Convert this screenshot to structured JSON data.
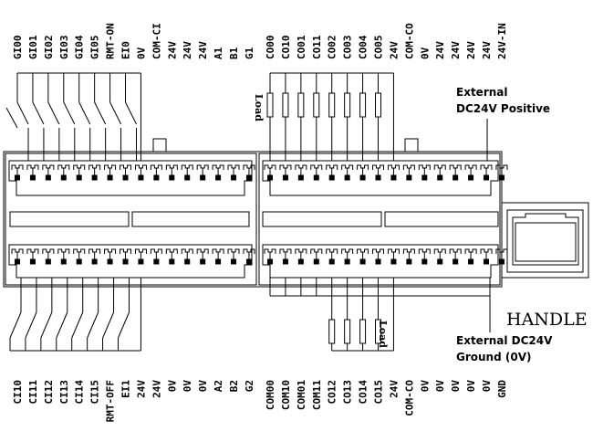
{
  "top_left_labels": [
    "GI00",
    "GI01",
    "GI02",
    "GI03",
    "GI04",
    "GI05",
    "RMT-ON",
    "EI0",
    "0V",
    "COM-CI",
    "24V",
    "24V",
    "24V",
    "A1",
    "B1",
    "G1"
  ],
  "top_right_labels": [
    "CO00",
    "CO10",
    "CO01",
    "CO11",
    "CO02",
    "CO03",
    "CO04",
    "CO05",
    "24V",
    "COM-CO",
    "0V",
    "24V",
    "24V",
    "24V",
    "24V",
    "24V-IN"
  ],
  "bottom_left_labels": [
    "CI10",
    "CI11",
    "CI12",
    "CI13",
    "CI14",
    "CI15",
    "RMT-OFF",
    "EI1",
    "24V",
    "24V",
    "0V",
    "0V",
    "0V",
    "A2",
    "B2",
    "G2"
  ],
  "bottom_right_labels": [
    "COM00",
    "COM10",
    "COM01",
    "COM11",
    "CO12",
    "CO13",
    "CO14",
    "CO15",
    "24V",
    "COM-CO",
    "0V",
    "0V",
    "0V",
    "0V",
    "0V",
    "GND"
  ],
  "external_positive": [
    "External",
    "DC24V Positive"
  ],
  "external_ground": [
    "External DC24V",
    "Ground (0V)"
  ],
  "load_label": "Load",
  "handle_label": "HANDLE"
}
